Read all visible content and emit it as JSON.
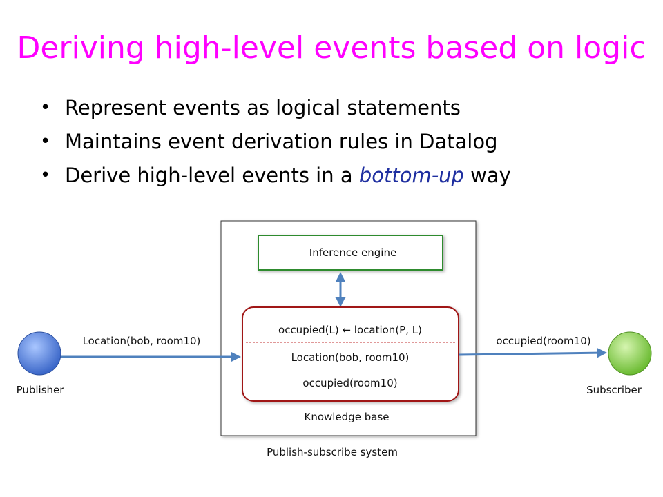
{
  "title": "Deriving high-level events based on logic",
  "bullets": [
    {
      "before": "Represent events as logical statements",
      "emphasis": "",
      "after": ""
    },
    {
      "before": "Maintains event derivation rules in Datalog",
      "emphasis": "",
      "after": ""
    },
    {
      "before": "Derive high-level events in a ",
      "emphasis": "bottom-up",
      "after": " way"
    }
  ],
  "diagram": {
    "system_label": "Publish-subscribe system",
    "inference_engine": "Inference engine",
    "knowledge_base_label": "Knowledge base",
    "kb_rule": "occupied(L) ← location(P, L)",
    "kb_fact_1": "Location(bob, room10)",
    "kb_fact_2": "occupied(room10)",
    "publisher_label": "Publisher",
    "subscriber_label": "Subscriber",
    "input_event": "Location(bob, room10)",
    "output_event": "occupied(room10)"
  },
  "colors": {
    "title": "#ff00ff",
    "emphasis": "#1f2fa0",
    "inference_border": "#2e8b2e",
    "kb_border": "#a01818",
    "arrow": "#4f81bd",
    "publisher": "#3f6fcf",
    "subscriber": "#7ccb3c"
  }
}
